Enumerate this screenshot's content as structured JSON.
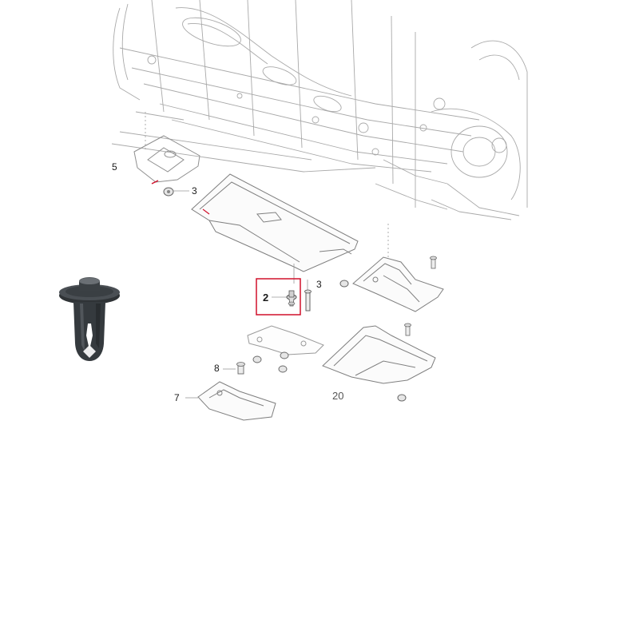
{
  "diagram": {
    "callouts": {
      "c5": "5",
      "c3a": "3",
      "c3b": "3",
      "c2": "2",
      "c8": "8",
      "c7": "7",
      "c20": "20"
    },
    "highlight_color": "#d0112b",
    "line_color": "#9a9a9a",
    "clip_color": "#3a3e42",
    "icons": {
      "clip_photo": "push-rivet-clip-icon"
    }
  }
}
